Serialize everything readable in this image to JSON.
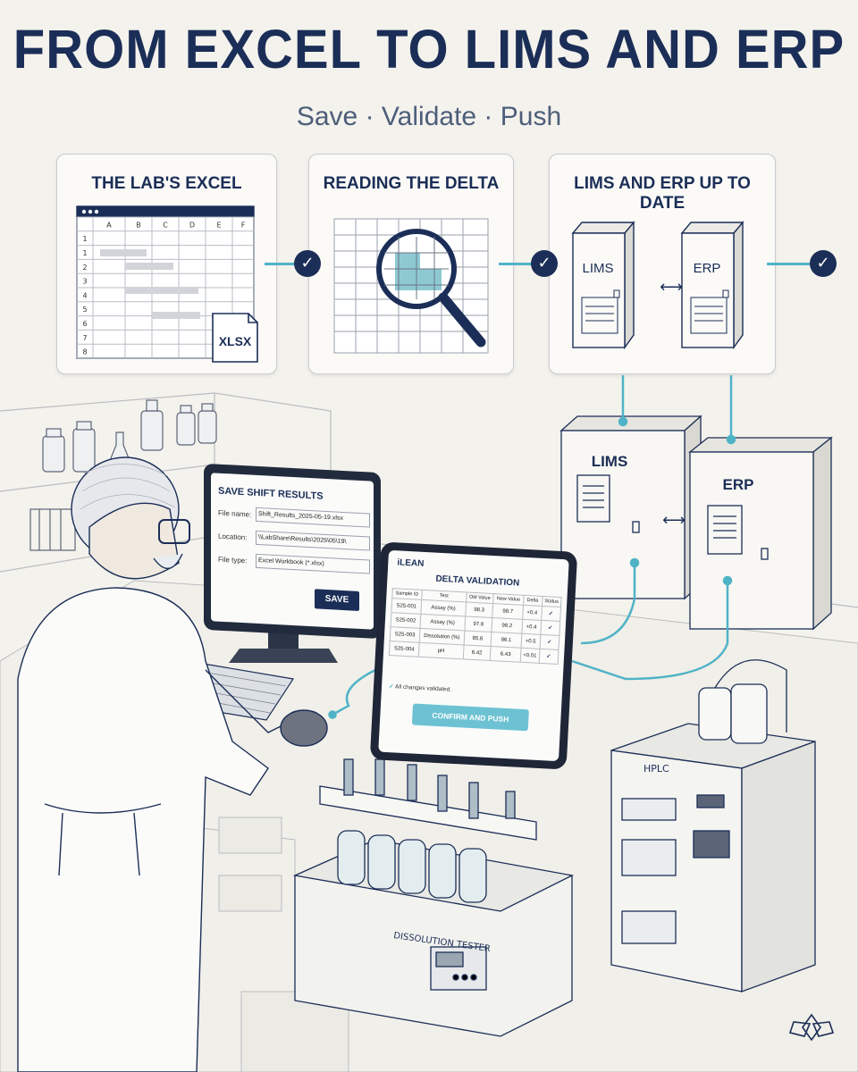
{
  "header": {
    "title": "FROM EXCEL TO LIMS AND ERP",
    "subtitle": "Save · Validate · Push"
  },
  "steps": [
    {
      "title": "THE LAB'S EXCEL",
      "file_badge": "XLSX"
    },
    {
      "title": "READING THE DELTA"
    },
    {
      "title": "LIMS AND ERP UP TO DATE",
      "server_a": "LIMS",
      "server_b": "ERP",
      "sync_symbol": "⟷"
    }
  ],
  "spreadsheet": {
    "columns": [
      "A",
      "B",
      "C",
      "D",
      "E",
      "F"
    ],
    "rows": [
      "1",
      "1",
      "2",
      "3",
      "4",
      "5",
      "6",
      "7",
      "8"
    ]
  },
  "save_dialog": {
    "title": "SAVE SHIFT RESULTS",
    "file_name_label": "File name:",
    "file_name_value": "Shift_Results_2025-05-19.xlsx",
    "location_label": "Location:",
    "location_value": "\\\\LabShare\\Results\\2025\\05\\19\\",
    "file_type_label": "File type:",
    "file_type_value": "Excel Workbook (*.xlsx)",
    "save_button": "SAVE"
  },
  "tablet": {
    "brand": "iLEAN",
    "title": "DELTA VALIDATION",
    "headers": [
      "Sample ID",
      "Test",
      "Old Value",
      "New Value",
      "Delta",
      "Status"
    ],
    "rows": [
      [
        "S25-001",
        "Assay (%)",
        "98.3",
        "98.7",
        "+0.4",
        "✓"
      ],
      [
        "S25-002",
        "Assay (%)",
        "97.8",
        "98.2",
        "+0.4",
        "✓"
      ],
      [
        "S25-003",
        "Dissolution (%)",
        "85.6",
        "86.1",
        "+0.5",
        "✓"
      ],
      [
        "S25-004",
        "pH",
        "6.42",
        "6.43",
        "+0.01",
        "✓"
      ]
    ],
    "validated_note": "All changes validated.",
    "confirm_button": "CONFIRM AND PUSH"
  },
  "lab": {
    "server_a": "LIMS",
    "server_b": "ERP",
    "sync_symbol": "⟷",
    "dissolution_label": "DISSOLUTION TESTER",
    "hplc_label": "HPLC"
  },
  "colors": {
    "navy": "#1b2e57",
    "accent": "#4fb3c7",
    "paper": "#f4f2ec",
    "highlight": "#8ec9d2"
  }
}
